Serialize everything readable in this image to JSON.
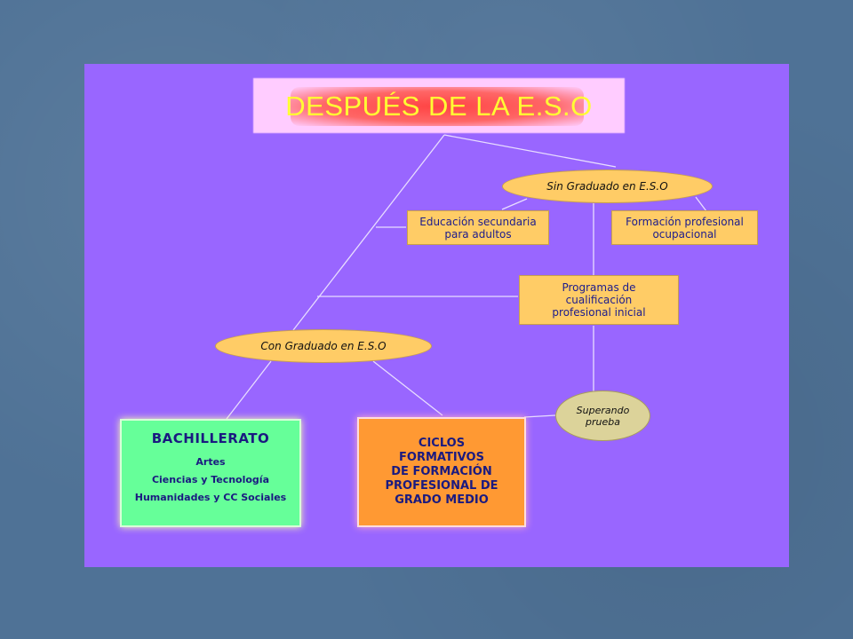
{
  "title": "DESPUÉS DE LA E.S.O",
  "nodes": {
    "sin_graduado": "Sin Graduado en E.S.O",
    "con_graduado": "Con Graduado en E.S.O",
    "educacion_adultos": "Educación secundaria\npara adultos",
    "formacion_ocupacional": "Formación profesional\nocupacional",
    "programas": "Programas de\ncualificación\nprofesional inicial",
    "superando": "Superando\nprueba",
    "bachillerato": {
      "heading": "BACHILLERATO",
      "items": [
        "Artes",
        "Ciencias y Tecnología",
        "Humanidades y CC Sociales"
      ]
    },
    "ciclos": "CICLOS\nFORMATIVOS\nDE FORMACIÓN\nPROFESIONAL DE\nGRADO MEDIO"
  },
  "colors": {
    "background": "#4f7296",
    "panel": "#9966ff",
    "node": "#ffcc66",
    "bachillerato": "#66ff99",
    "ciclos": "#ff9933",
    "title_text": "#ffff33"
  }
}
